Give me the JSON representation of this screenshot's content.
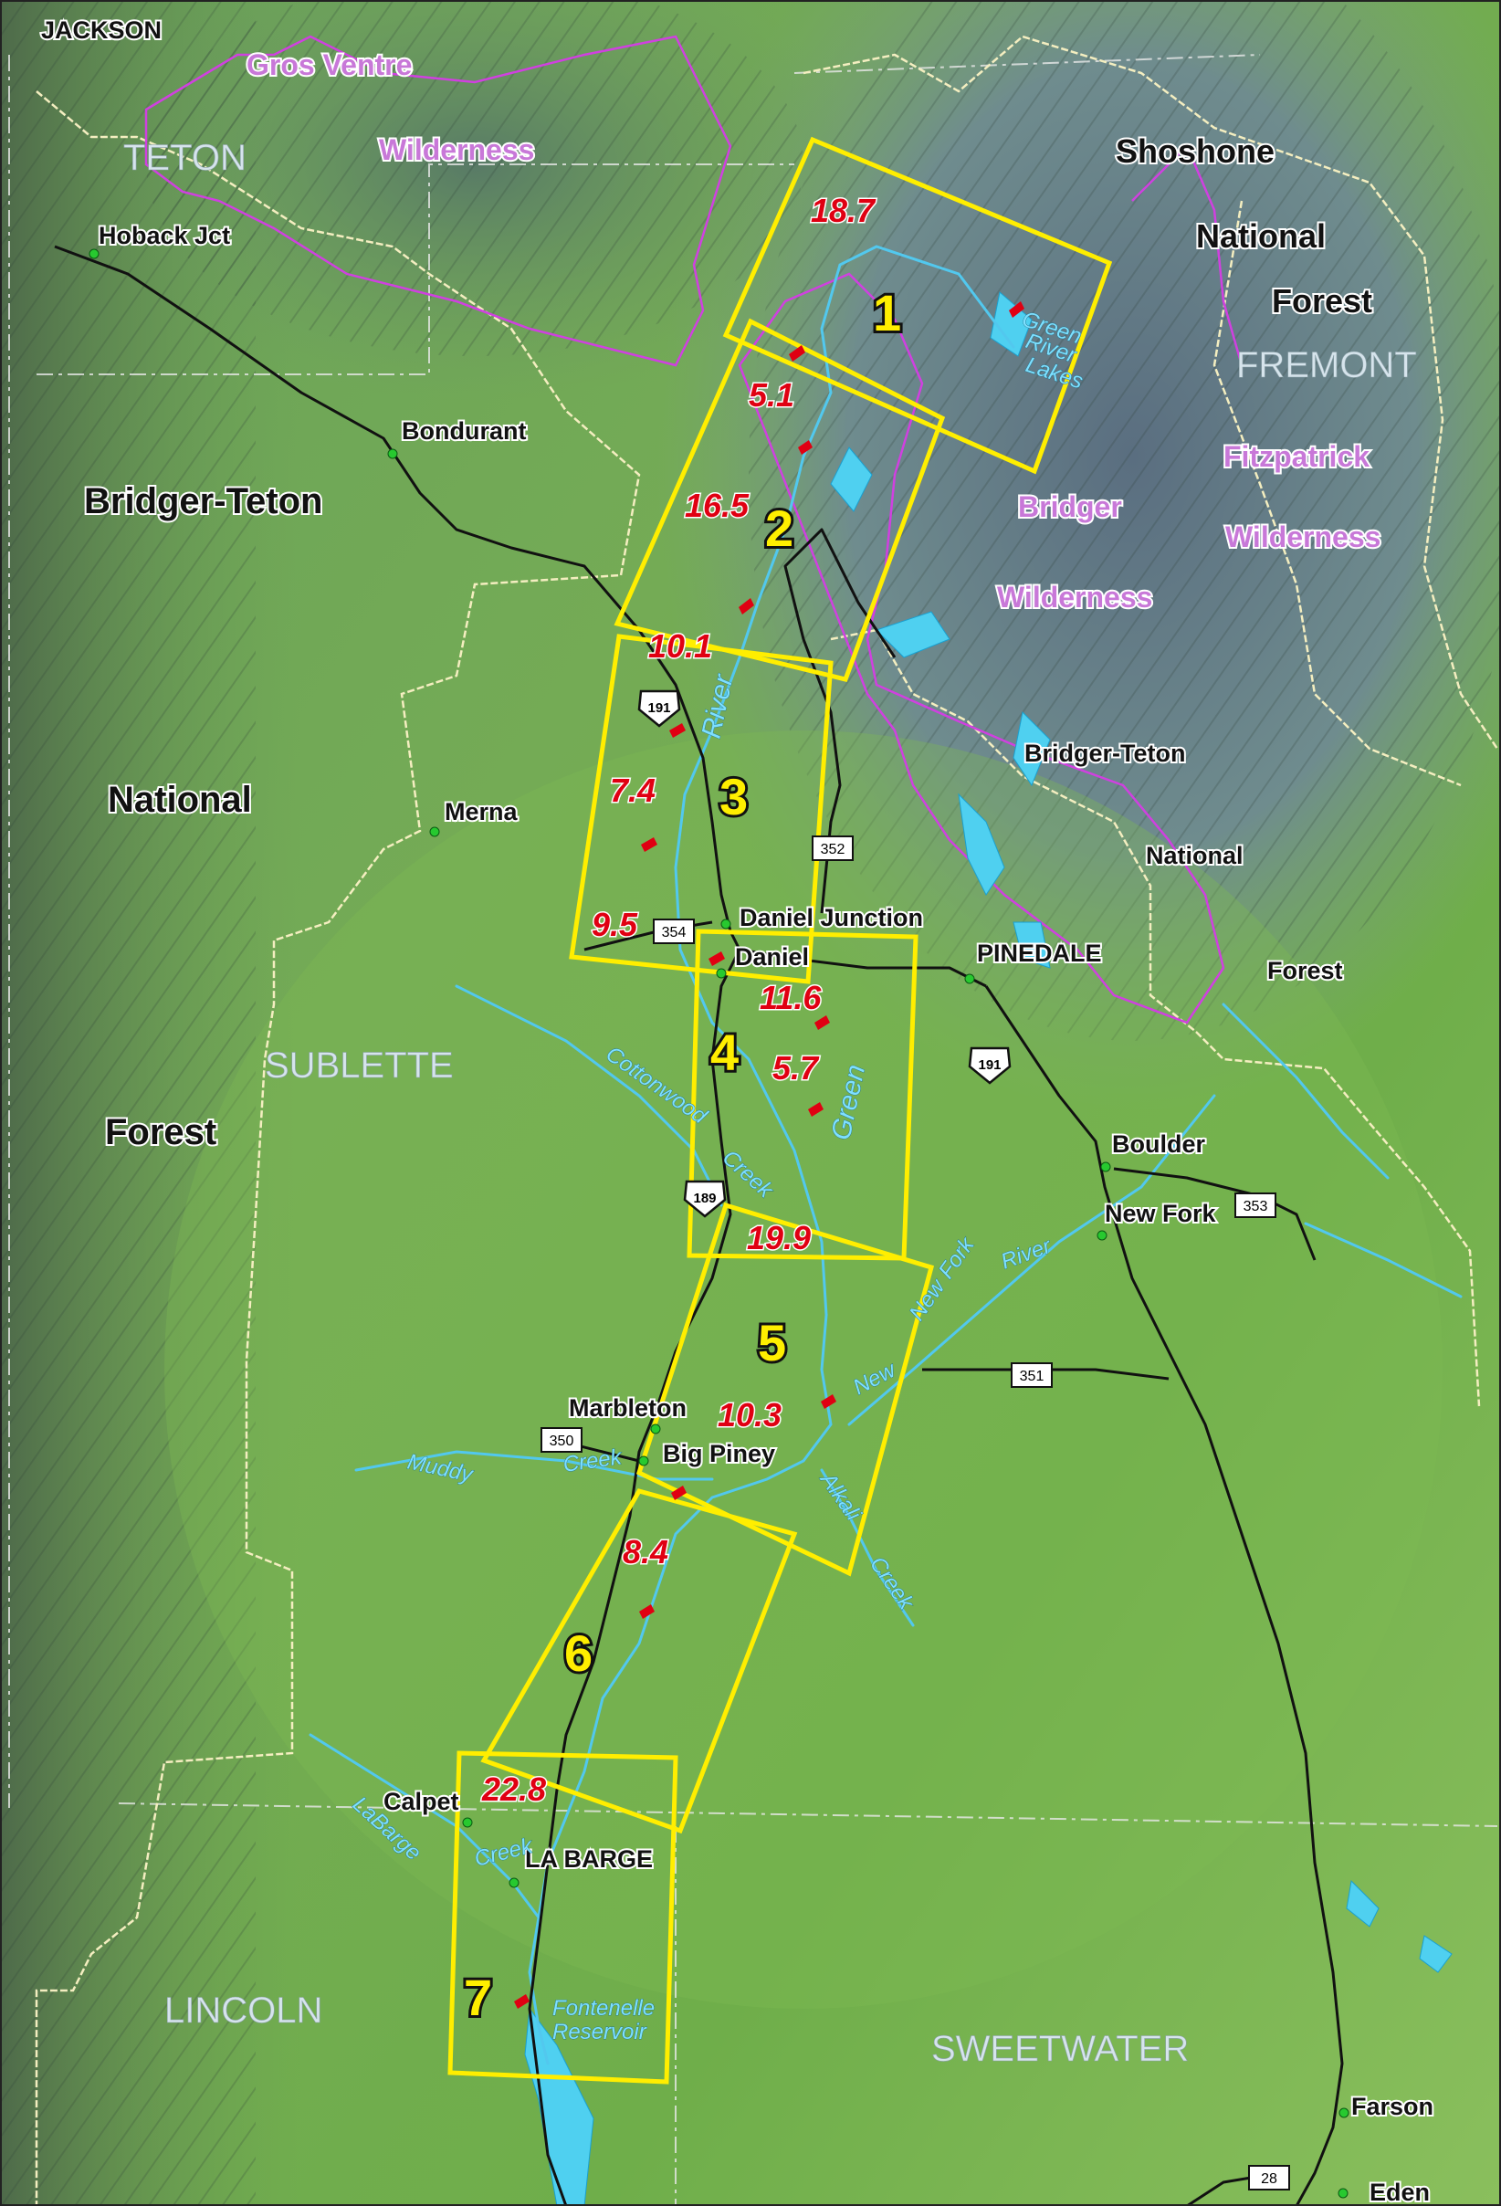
{
  "regions": {
    "teton": "TETON",
    "fremont": "FREMONT",
    "sublette": "SUBLETTE",
    "lincoln": "LINCOLN",
    "sweetwater": "SWEETWATER"
  },
  "forests": {
    "gros_ventre": "Gros Ventre",
    "wilderness_gv": "Wilderness",
    "shoshone": "Shoshone",
    "national_sh": "National",
    "forest_sh": "Forest",
    "fitzpatrick": "Fitzpatrick",
    "wilderness_fitz": "Wilderness",
    "bridger": "Bridger",
    "wilderness_br": "Wilderness",
    "bridger_teton_east": "Bridger-Teton",
    "national_east": "National",
    "forest_east": "Forest",
    "bridger_teton_west": "Bridger-Teton",
    "national_west": "National",
    "forest_west": "Forest"
  },
  "places": {
    "jackson": "JACKSON",
    "hoback": "Hoback Jct",
    "bondurant": "Bondurant",
    "merna": "Merna",
    "daniel_junction": "Daniel Junction",
    "daniel": "Daniel",
    "pinedale": "PINEDALE",
    "boulder": "Boulder",
    "new_fork": "New Fork",
    "marbleton": "Marbleton",
    "big_piney": "Big Piney",
    "calpet": "Calpet",
    "la_barge": "LA BARGE",
    "farson": "Farson",
    "eden": "Eden"
  },
  "water": {
    "green_river_lakes": [
      "Green",
      "River",
      "Lakes"
    ],
    "river_upper": "River",
    "green_lower": "Green",
    "cottonwood": "Cottonwood",
    "creek_cottonwood": "Creek",
    "new_fork_river": [
      "New",
      "Fork",
      "River"
    ],
    "new_lower": "New",
    "alkali": "Alkali",
    "creek_alkali": "Creek",
    "muddy": "Muddy",
    "creek_muddy": "Creek",
    "labarge": "LaBarge",
    "creek_labarge": "Creek",
    "fontenelle": [
      "Fontenelle",
      "Reservoir"
    ]
  },
  "highways": {
    "us191_north": "191",
    "wy352": "352",
    "wy354": "354",
    "us191_pinedale": "191",
    "us189": "189",
    "wy353": "353",
    "wy351": "351",
    "wy350": "350",
    "wy28": "28"
  },
  "segments": [
    {
      "number": "1",
      "length": "18.7"
    },
    {
      "number": "2",
      "length": "16.5"
    },
    {
      "number": "3",
      "length": "7.4"
    },
    {
      "number": "4",
      "length": "11.6"
    },
    {
      "number": "5",
      "length": "10.3"
    },
    {
      "number": "6",
      "length": "8.4"
    },
    {
      "number": "7",
      "length": ""
    }
  ],
  "connectors": {
    "c12": "5.1",
    "c23": "10.1",
    "c34": "9.5",
    "c45": "5.7",
    "c45b": "19.9",
    "c67": "22.8"
  },
  "colors": {
    "segment_outline": "#ffee00",
    "distance_label": "#e00012",
    "wilderness_label": "#c878d8",
    "region_label": "#d6e4ec",
    "water": "#4fd0f0",
    "road": "#111111",
    "wilderness_boundary": "#d040e0",
    "forest_boundary": "#f4eec0",
    "town_dot": "#27c92f"
  }
}
